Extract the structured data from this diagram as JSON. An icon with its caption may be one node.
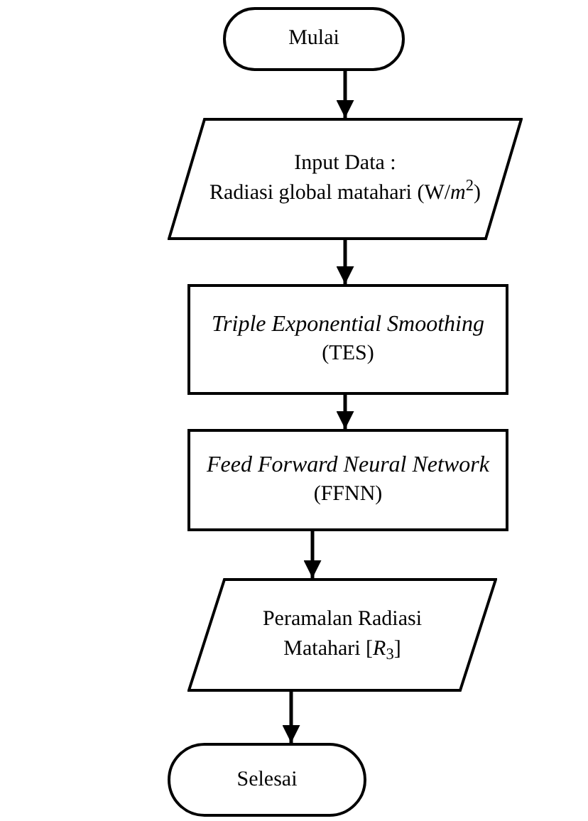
{
  "diagram": {
    "nodes": [
      {
        "text": [
          "Mulai"
        ]
      },
      {
        "text": [
          "Input Data :",
          "Radiasi global matahari (W/*m*$^{2}$)"
        ]
      },
      {
        "text": [
          "Triple Exponential Smoothing",
          "(TES)"
        ]
      },
      {
        "text": [
          "Feed Forward Neural Network",
          "(FFNN)"
        ]
      },
      {
        "text": [
          "Peramalan Radiasi Matahari [*R*$_{3}$]"
        ]
      },
      {
        "text": [
          "Selesai"
        ]
      }
    ],
    "edges": [
      {
        "from": 0,
        "to": 1,
        "arrow": "to"
      },
      {
        "from": 1,
        "to": 2,
        "arrow": "to"
      },
      {
        "from": 2,
        "to": 3,
        "arrow": "to"
      },
      {
        "from": 3,
        "to": 4,
        "arrow": "to"
      },
      {
        "from": 4,
        "to": 5,
        "arrow": "to"
      }
    ]
  }
}
